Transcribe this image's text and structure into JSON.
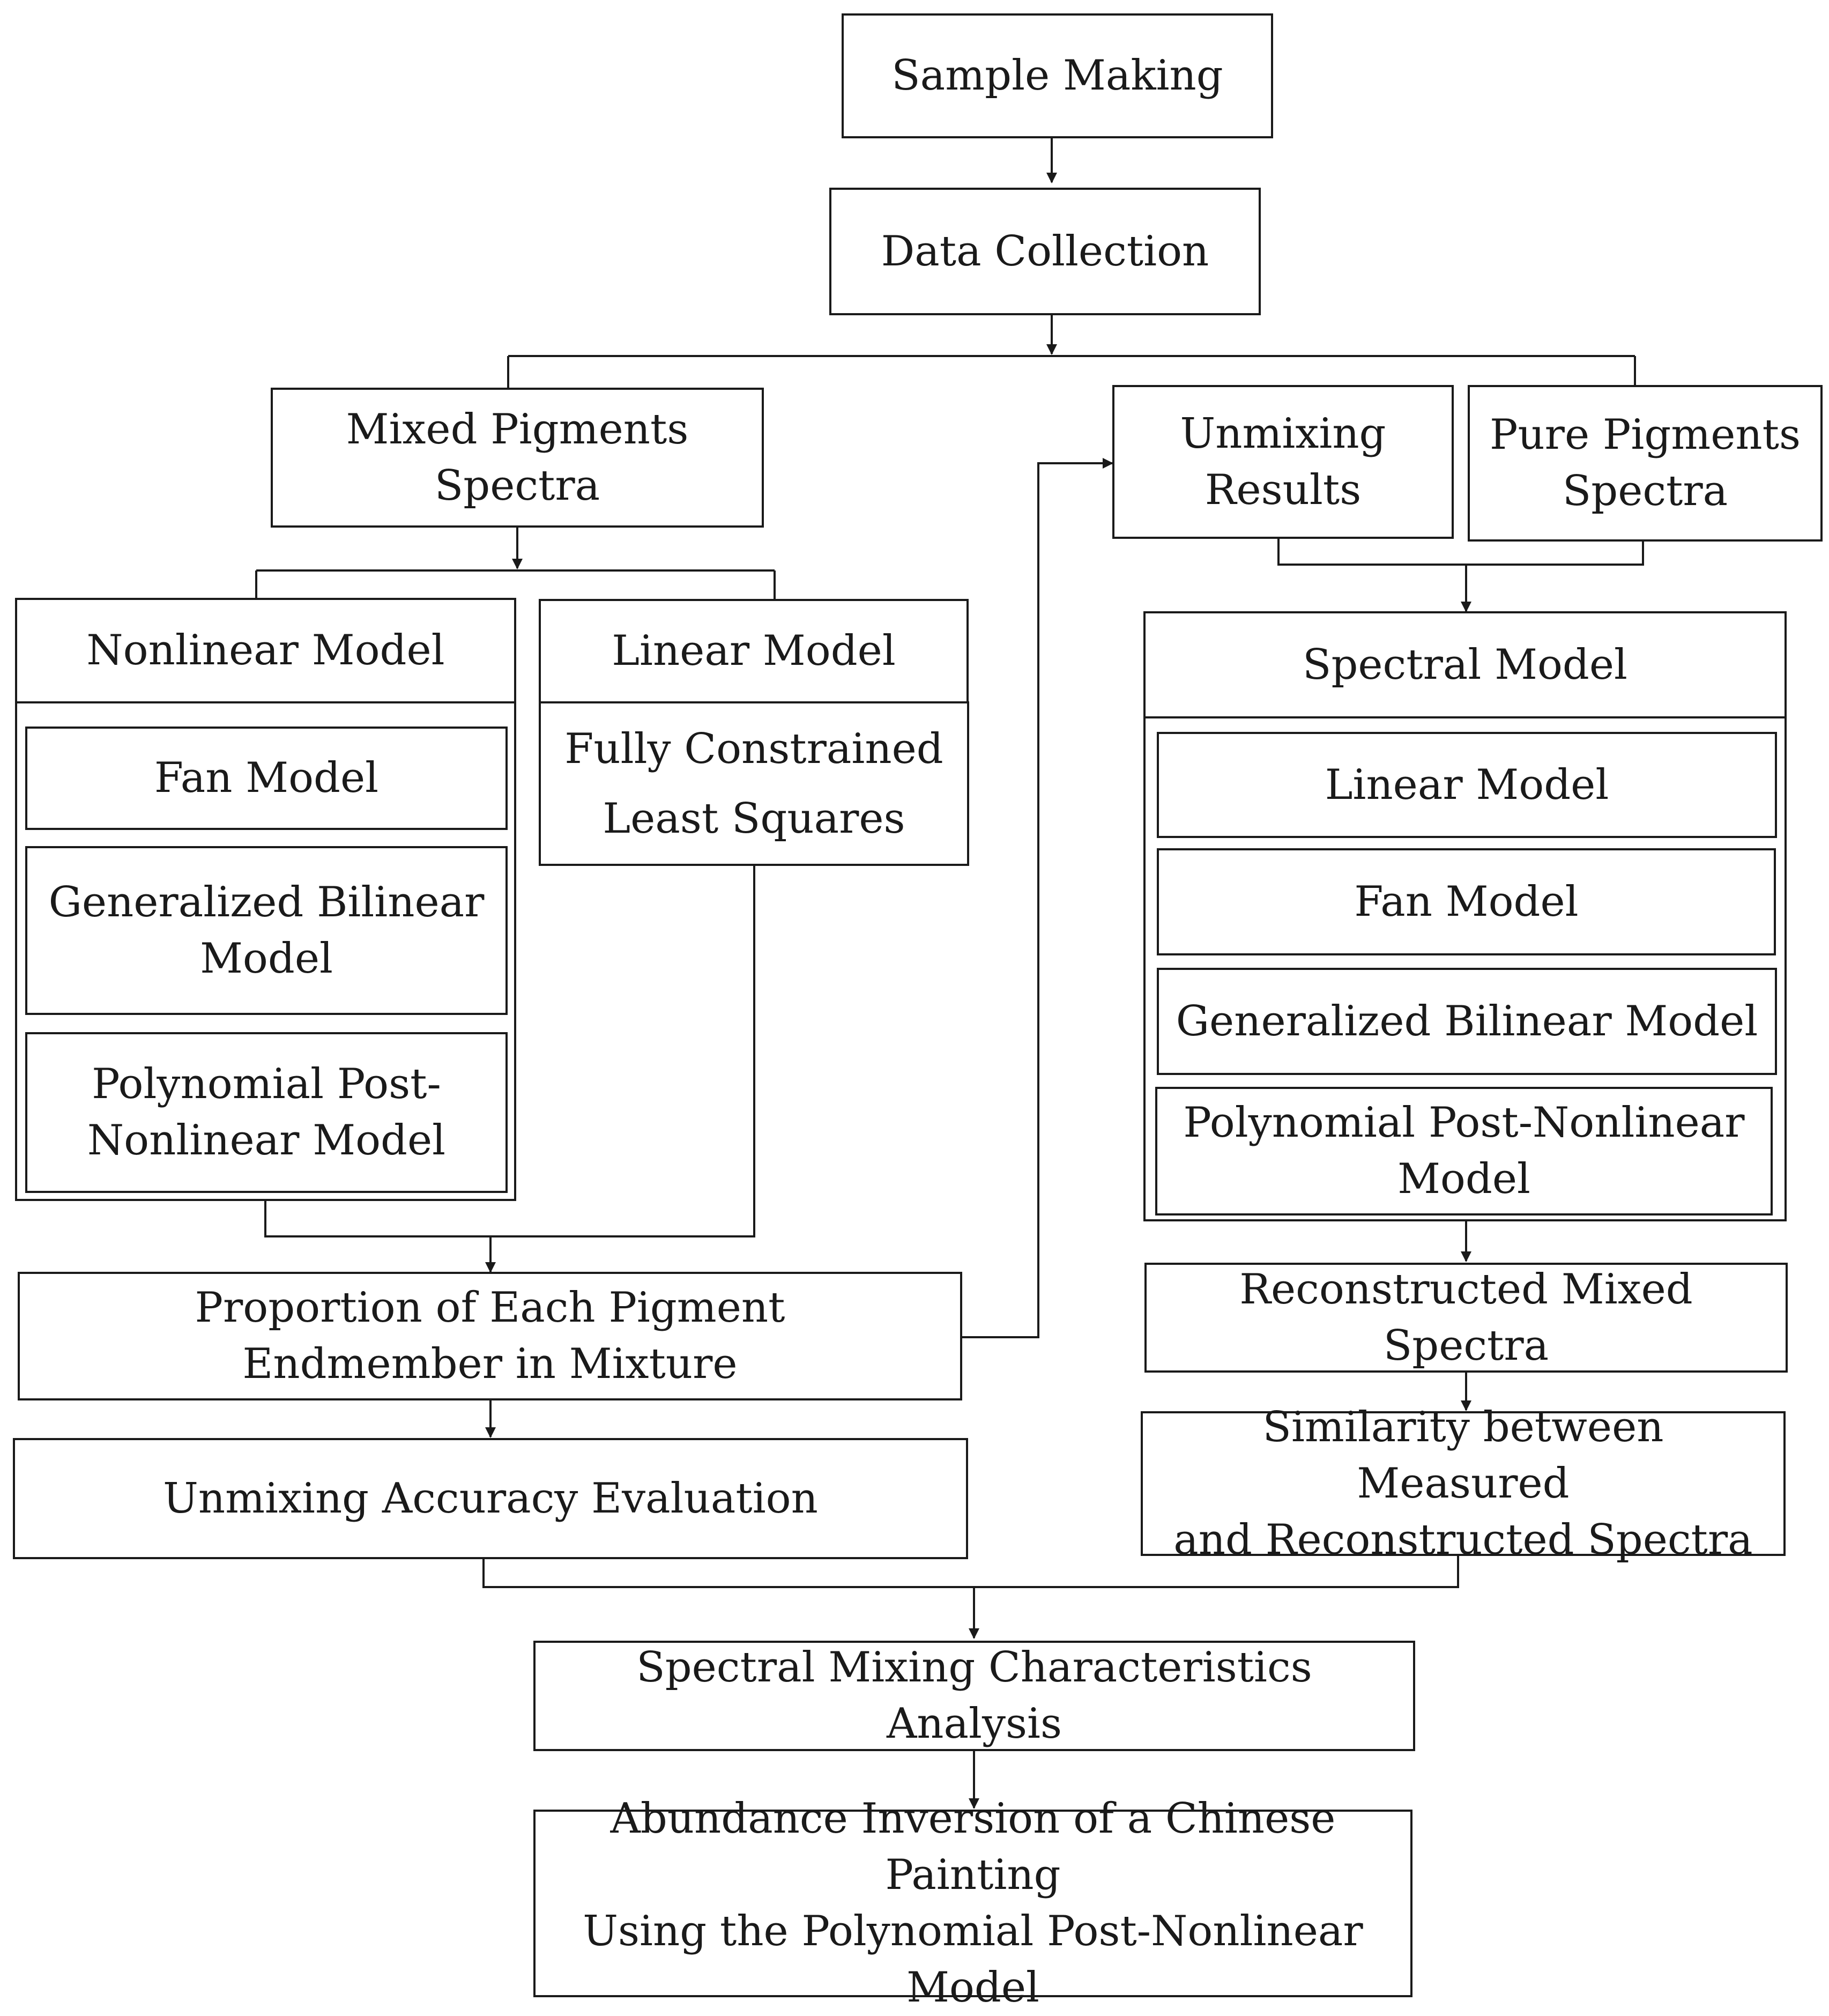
{
  "nodes": {
    "sample_making": "Sample Making",
    "data_collection": "Data Collection",
    "mixed_pigments_spectra": "Mixed Pigments\nSpectra",
    "nonlinear_model": "Nonlinear Model",
    "fan_model_left": "Fan Model",
    "gbm_left": "Generalized Bilinear\nModel",
    "ppnm_left": "Polynomial Post-\nNonlinear Model",
    "linear_model_left": "Linear Model",
    "fcls": "Fully Constrained\nLeast Squares",
    "proportion": "Proportion of Each Pigment\nEndmember in Mixture",
    "unmixing_accuracy": "Unmixing Accuracy Evaluation",
    "unmixing_results": "Unmixing\nResults",
    "pure_pigments_spectra": "Pure Pigments\nSpectra",
    "spectral_model": "Spectral Model",
    "linear_model_right": "Linear Model",
    "fan_model_right": "Fan Model",
    "gbm_right": "Generalized Bilinear Model",
    "ppnm_right": "Polynomial Post-Nonlinear\nModel",
    "reconstructed": "Reconstructed Mixed Spectra",
    "similarity": "Similarity between Measured\nand Reconstructed Spectra",
    "spectral_mixing": "Spectral Mixing Characteristics Analysis",
    "abundance": "Abundance Inversion of a Chinese Painting\nUsing the Polynomial Post-Nonlinear\nModel"
  },
  "colors": {
    "stroke": "#1a1a1a",
    "background": "#ffffff"
  }
}
